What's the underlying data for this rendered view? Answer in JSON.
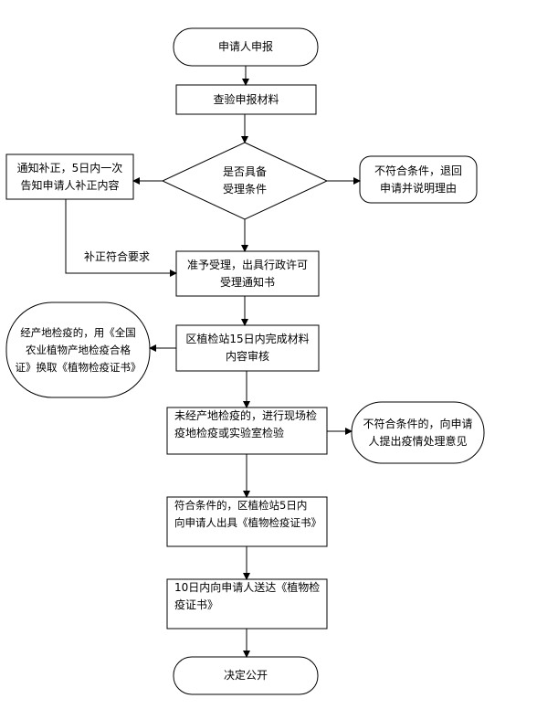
{
  "nodes": {
    "start": "申请人申报",
    "check_materials": "查验申报材料",
    "decision": [
      "是否具备",
      "受理条件"
    ],
    "notify_correct": [
      "通知补正，5日内一次",
      "告知申请人补正内容"
    ],
    "reject_return": [
      "不符合条件，退回",
      "申请并说明理由"
    ],
    "accept": [
      "准予受理，出具行政许可",
      "受理通知书"
    ],
    "review": [
      "区植检站15日内完成材料",
      "内容审核"
    ],
    "origin_quarantined": [
      "经产地检疫的，用《全国",
      "农业植物产地检疫合格",
      "证》换取《植物检疫证书》"
    ],
    "field_inspection": [
      "未经产地检疫的，进行现场检",
      "疫地检疫或实验室检验"
    ],
    "noncompliant": [
      "不符合条件的，向申请",
      "人提出疫情处理意见"
    ],
    "issue_cert": [
      "符合条件的，区植检站5日内",
      "向申请人出具《植物检疫证书》"
    ],
    "deliver_cert": [
      "10日内向申请人送达《植物检",
      "疫证书》"
    ],
    "end": "决定公开"
  },
  "edge_labels": {
    "corrected": "补正符合要求"
  },
  "colors": {
    "stroke": "#000000",
    "fill": "#ffffff"
  }
}
